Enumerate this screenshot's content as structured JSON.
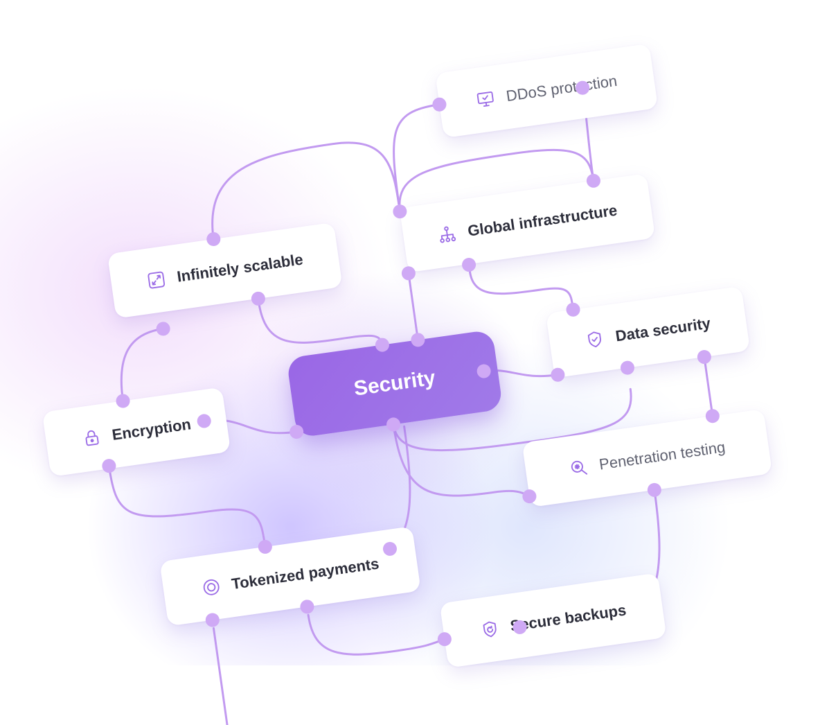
{
  "diagram": {
    "center": {
      "label": "Security"
    },
    "nodes": [
      {
        "id": "ddos",
        "label": "DDoS protection",
        "icon": "monitor-check-icon"
      },
      {
        "id": "global",
        "label": "Global infrastructure",
        "icon": "network-hierarchy-icon"
      },
      {
        "id": "scalable",
        "label": "Infinitely scalable",
        "icon": "expand-arrows-icon"
      },
      {
        "id": "datasec",
        "label": "Data security",
        "icon": "shield-check-icon"
      },
      {
        "id": "encryption",
        "label": "Encryption",
        "icon": "lock-icon"
      },
      {
        "id": "pentest",
        "label": "Penetration testing",
        "icon": "search-bug-icon"
      },
      {
        "id": "tokenized",
        "label": "Tokenized payments",
        "icon": "coin-icon"
      },
      {
        "id": "backups",
        "label": "Secure backups",
        "icon": "shield-refresh-icon"
      }
    ]
  },
  "colors": {
    "accent": "#9b6ce6",
    "connector": "#c29af0",
    "node_dot": "#cfa9f5",
    "card_text": "#2c2d3a",
    "muted_text": "#5f6170"
  }
}
